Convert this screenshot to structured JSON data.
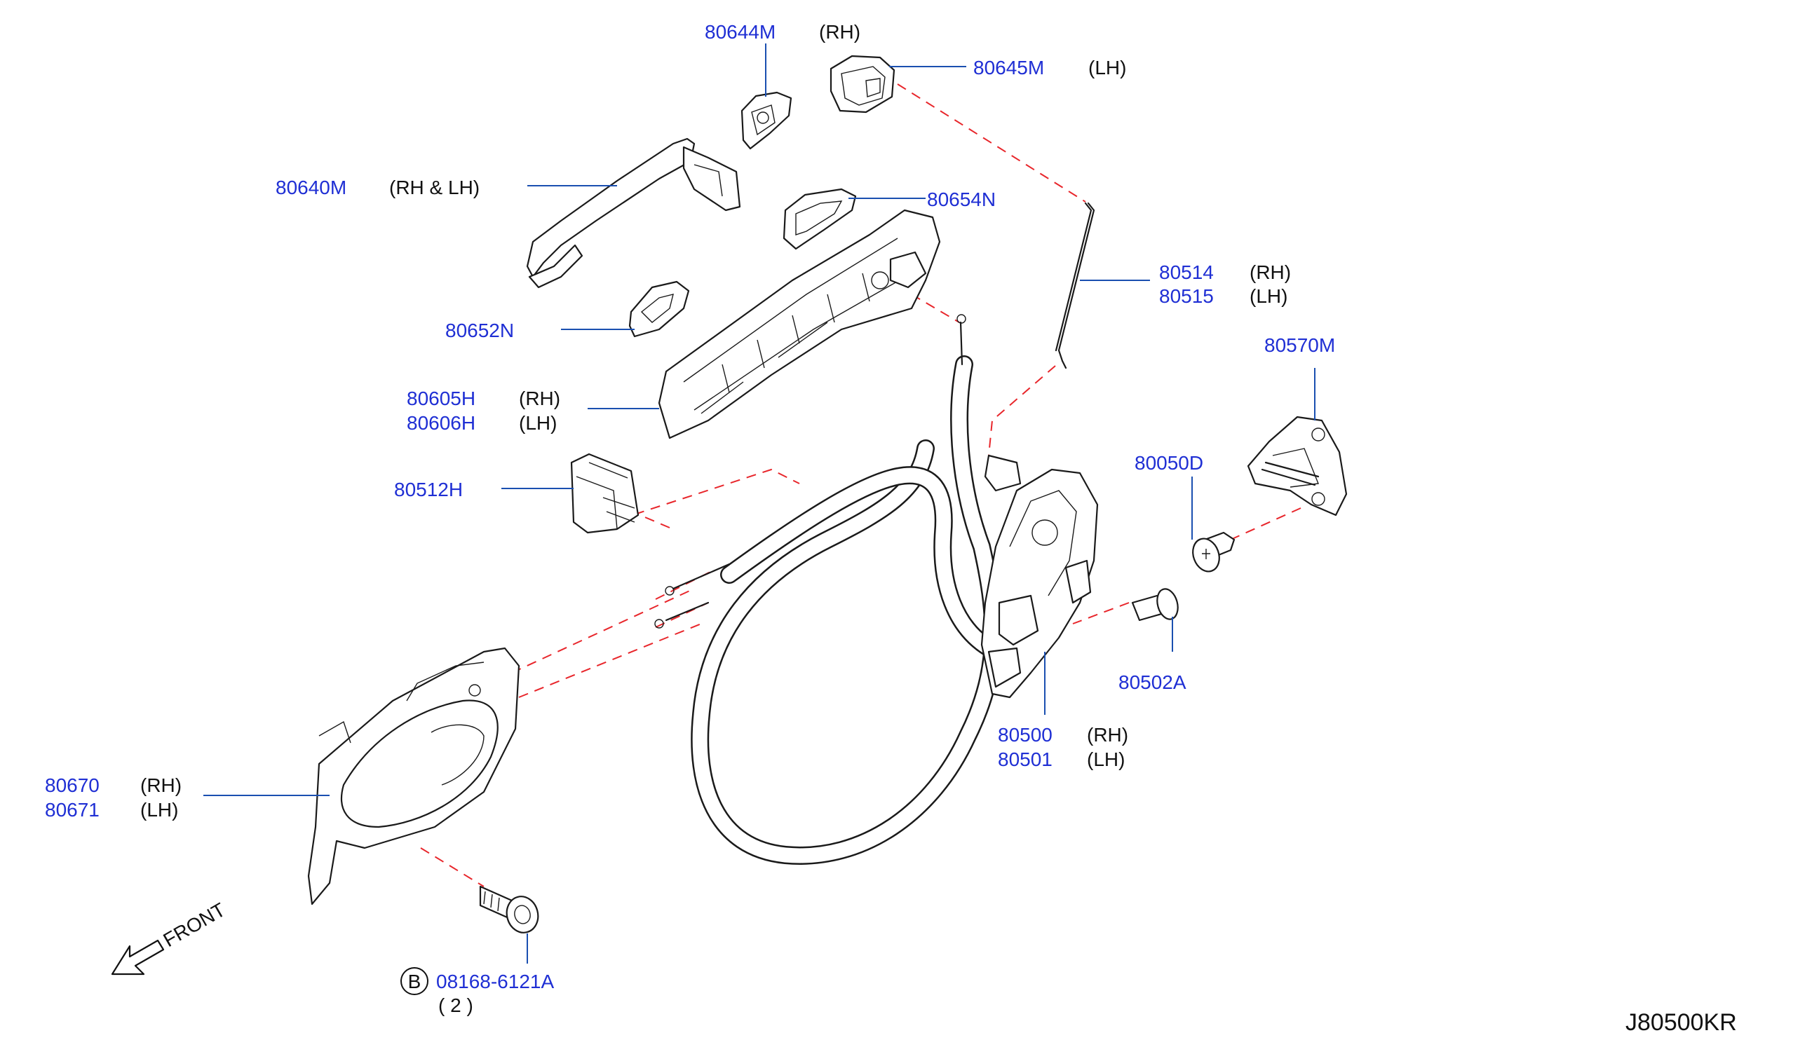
{
  "diagram_code": "J80500KR",
  "front_label": "FRONT",
  "parts": [
    {
      "id": "p80644M",
      "number": "80644M",
      "qualifier": "(RH)"
    },
    {
      "id": "p80645M",
      "number": "80645M",
      "qualifier": "(LH)"
    },
    {
      "id": "p80640M",
      "number": "80640M",
      "qualifier": "(RH & LH)"
    },
    {
      "id": "p80654N",
      "number": "80654N",
      "qualifier": ""
    },
    {
      "id": "p80514",
      "number": "80514",
      "qualifier": "(RH)"
    },
    {
      "id": "p80515",
      "number": "80515",
      "qualifier": "(LH)"
    },
    {
      "id": "p80652N",
      "number": "80652N",
      "qualifier": ""
    },
    {
      "id": "p80570M",
      "number": "80570M",
      "qualifier": ""
    },
    {
      "id": "p80605H",
      "number": "80605H",
      "qualifier": "(RH)"
    },
    {
      "id": "p80606H",
      "number": "80606H",
      "qualifier": "(LH)"
    },
    {
      "id": "p80050D",
      "number": "80050D",
      "qualifier": ""
    },
    {
      "id": "p80512H",
      "number": "80512H",
      "qualifier": ""
    },
    {
      "id": "p80502A",
      "number": "80502A",
      "qualifier": ""
    },
    {
      "id": "p80500",
      "number": "80500",
      "qualifier": "(RH)"
    },
    {
      "id": "p80501",
      "number": "80501",
      "qualifier": "(LH)"
    },
    {
      "id": "p80670",
      "number": "80670",
      "qualifier": "(RH)"
    },
    {
      "id": "p80671",
      "number": "80671",
      "qualifier": "(LH)"
    }
  ],
  "bolt": {
    "symbol": "B",
    "number": "08168-6121A",
    "quantity": "( 2 )"
  }
}
